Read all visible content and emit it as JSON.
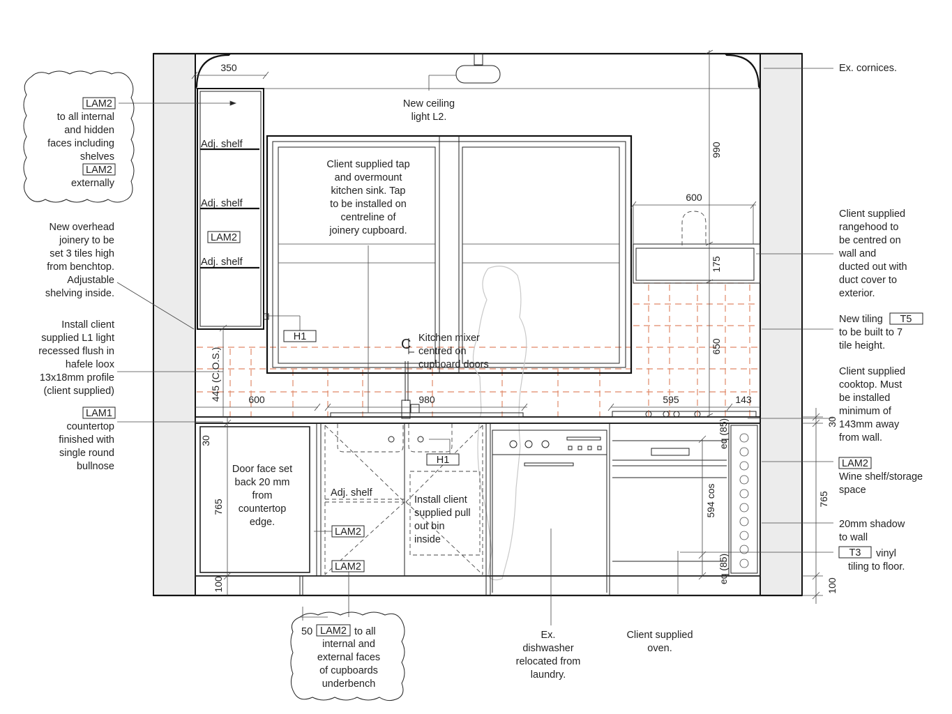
{
  "labels": {
    "lam2_internal": {
      "pre": "",
      "tag": "LAM2",
      "lines": [
        "to all internal",
        "and hidden",
        "faces including",
        "shelves"
      ],
      "tag2": "LAM2",
      "post": "externally"
    },
    "overhead": [
      "New overhead",
      "joinery to be",
      "set 3 tiles high",
      "from benchtop.",
      "Adjustable",
      "shelving inside."
    ],
    "light_l1": [
      "Install client",
      "supplied L1 light",
      "recessed flush in",
      "hafele loox",
      "13x18mm profile",
      "(client supplied)"
    ],
    "countertop": {
      "tag": "LAM1",
      "lines": [
        "countertop",
        "finished with",
        "single round",
        "bullnose"
      ]
    },
    "ceiling_light": [
      "New ceiling",
      "light L2."
    ],
    "tap": [
      "Client supplied tap",
      "and overmount",
      "kitchen sink. Tap",
      "to be installed on",
      "centreline of",
      "joinery cupboard."
    ],
    "mixer": [
      "Kitchen mixer",
      "centred on",
      "cupboard doors"
    ],
    "cornices": "Ex. cornices.",
    "rangehood": [
      "Client supplied",
      "rangehood to",
      "be centred on",
      "wall and",
      "ducted out with",
      "duct cover to",
      "exterior."
    ],
    "tiling_t5": {
      "pre": "New tiling",
      "tag": "T5",
      "lines": [
        "to be built to 7",
        "tile height."
      ]
    },
    "cooktop": [
      "Client supplied",
      "cooktop. Must",
      "be installed",
      "minimum of",
      "143mm away",
      "from wall."
    ],
    "wine": {
      "tag": "LAM2",
      "lines": [
        "Wine shelf/storage",
        "space"
      ]
    },
    "shadow": [
      "20mm shadow",
      "to wall"
    ],
    "vinyl": {
      "tag": "T3",
      "post": "vinyl",
      "lines": [
        "tiling to floor."
      ]
    },
    "underbench": {
      "pre": "50",
      "tag": "LAM2",
      "post": "to all",
      "lines": [
        "internal and",
        "external faces",
        "of cupboards",
        "underbench"
      ]
    },
    "dishwasher": [
      "Ex.",
      "dishwasher",
      "relocated from",
      "laundry."
    ],
    "oven": [
      "Client supplied",
      "oven."
    ],
    "door_face": [
      "Door face set",
      "back 20 mm",
      "from",
      "countertop",
      "edge."
    ],
    "pull_bin": [
      "Install client",
      "supplied pull",
      "out bin",
      "inside"
    ],
    "adj_shelf": "Adj. shelf",
    "lam2_tag": "LAM2",
    "h1_tag": "H1",
    "cl_symbol": "C",
    "cos_445": "445 (C.O.S.)",
    "cos_594": "594 cos",
    "eq85": "eq (85)"
  },
  "dimensions": {
    "d350": "350",
    "d600_top": "600",
    "d990": "990",
    "d175": "175",
    "d650": "650",
    "d600_bench": "600",
    "d980": "980",
    "d595": "595",
    "d143": "143",
    "d30_left": "30",
    "d765_left": "765",
    "d100_left": "100",
    "d30_right": "30",
    "d765_right": "765",
    "d100_right": "100"
  }
}
